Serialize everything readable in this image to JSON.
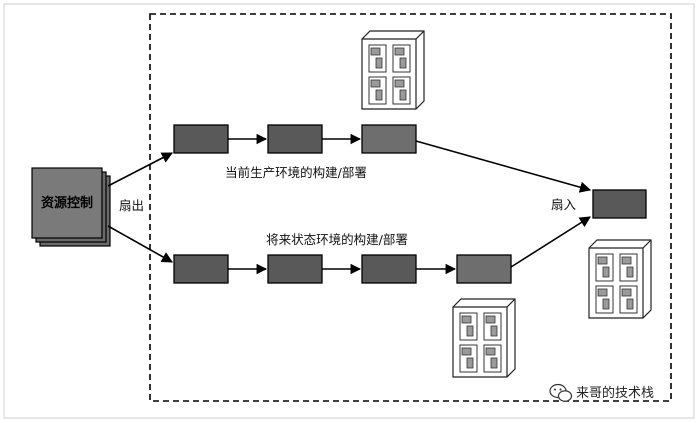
{
  "source_label": "资源控制",
  "fan_out_label": "扇出",
  "fan_in_label": "扇入",
  "top_pipeline_label": "当前生产环境的构建/部署",
  "bottom_pipeline_label": "将来状态环境的构建/部署",
  "watermark": "来哥的技术栈",
  "colors": {
    "stage_fill": "#5a5a5a",
    "stage_fill_light": "#6b6b6b",
    "source_fill": "#7a7a7a",
    "line": "#000000",
    "dash_border": "#000000",
    "server_fill": "#ffffff"
  },
  "icons": [
    "server-rack-icon",
    "arrow-icon",
    "wechat-icon"
  ]
}
